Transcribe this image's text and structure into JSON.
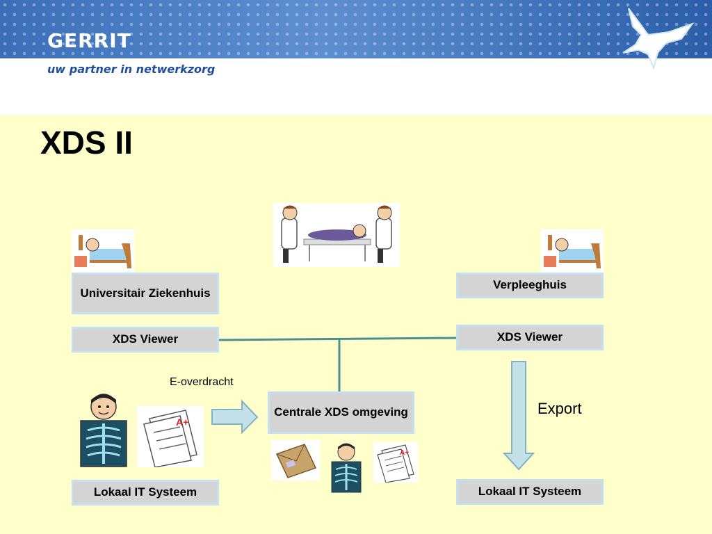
{
  "header": {
    "brand": "GERRIT",
    "tagline": "uw partner in netwerkzorg"
  },
  "slide": {
    "title": "XDS II"
  },
  "nodes": {
    "ziekenhuis": "Universitair Ziekenhuis",
    "verpleeghuis": "Verpleeghuis",
    "viewer_left": "XDS Viewer",
    "viewer_right": "XDS Viewer",
    "centrale": "Centrale XDS omgeving",
    "lokaal_left": "Lokaal IT Systeem",
    "lokaal_right": "Lokaal IT Systeem"
  },
  "labels": {
    "e_overdracht": "E-overdracht",
    "export": "Export"
  },
  "colors": {
    "connector": "#4a9090",
    "arrow_fill": "#c4e0e8",
    "arrow_stroke": "#7fb3c0",
    "box_fill": "#d4d4d4",
    "box_border": "#c4dff0",
    "background": "#ffffcc"
  },
  "icons": [
    "dove-logo",
    "patient-in-bed",
    "stretcher-transport",
    "xray-patient",
    "exam-document",
    "envelope",
    "xray-patient-small",
    "exam-document-small"
  ]
}
